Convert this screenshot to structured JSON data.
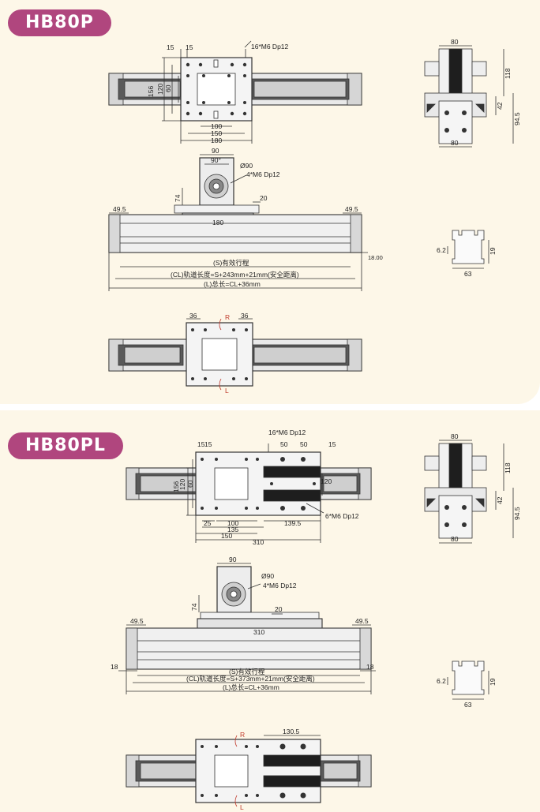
{
  "sections": [
    {
      "title": "HB80P",
      "top": {
        "d15a": "15",
        "d15b": "15",
        "tapped": "16*M6 Dp12",
        "d156": "156",
        "d120": "120",
        "d60": "60",
        "d100": "100",
        "d150": "150",
        "d180": "180"
      },
      "front": {
        "d90": "90",
        "angle": "90°",
        "phi": "Ø90",
        "m6": "4*M6 Dp12",
        "d74": "74",
        "d20": "20",
        "carriage": "180",
        "left_end": "49.5",
        "right_end": "49.5",
        "side": "18.00",
        "stroke": "(S)有效行程",
        "rail": "(CL)轨道长度=S+243mm+21mm(安全距离)",
        "total": "(L)总长=CL+36mm"
      },
      "bottom": {
        "d36a": "36",
        "d36b": "36",
        "r": "R",
        "l": "L"
      },
      "end": {
        "w80": "80",
        "h118": "118",
        "h42": "42",
        "h94": "94.5",
        "b80": "80"
      },
      "profile": {
        "h6": "6.2",
        "h19": "19",
        "w63": "63"
      }
    },
    {
      "title": "HB80PL",
      "top": {
        "tapped": "16*M6 Dp12",
        "d15a": "15",
        "d15b": "15",
        "d50a": "50",
        "d50b": "50",
        "d15c": "15",
        "d156": "156",
        "d120": "120",
        "d60": "60",
        "d120r": "120",
        "d25": "25",
        "d100": "100",
        "d135": "135",
        "d150": "150",
        "d310": "310",
        "d139": "139.5",
        "m6b": "6*M6 Dp12"
      },
      "front": {
        "d90": "90",
        "phi": "Ø90",
        "m6": "4*M6 Dp12",
        "d74": "74",
        "d20": "20",
        "carriage": "310",
        "left_end": "49.5",
        "right_end": "49.5",
        "d18l": "18",
        "d18r": "18",
        "stroke": "(S)有效行程",
        "rail": "(CL)轨道长度=S+373mm+21mm(安全距离)",
        "total": "(L)总长=CL+36mm"
      },
      "bottom": {
        "d130": "130.5",
        "r": "R",
        "l": "L"
      },
      "end": {
        "w80": "80",
        "h118": "118",
        "h42": "42",
        "h94": "94.5",
        "b80": "80"
      },
      "profile": {
        "h6": "6.2",
        "h19": "19",
        "w63": "63"
      }
    }
  ]
}
